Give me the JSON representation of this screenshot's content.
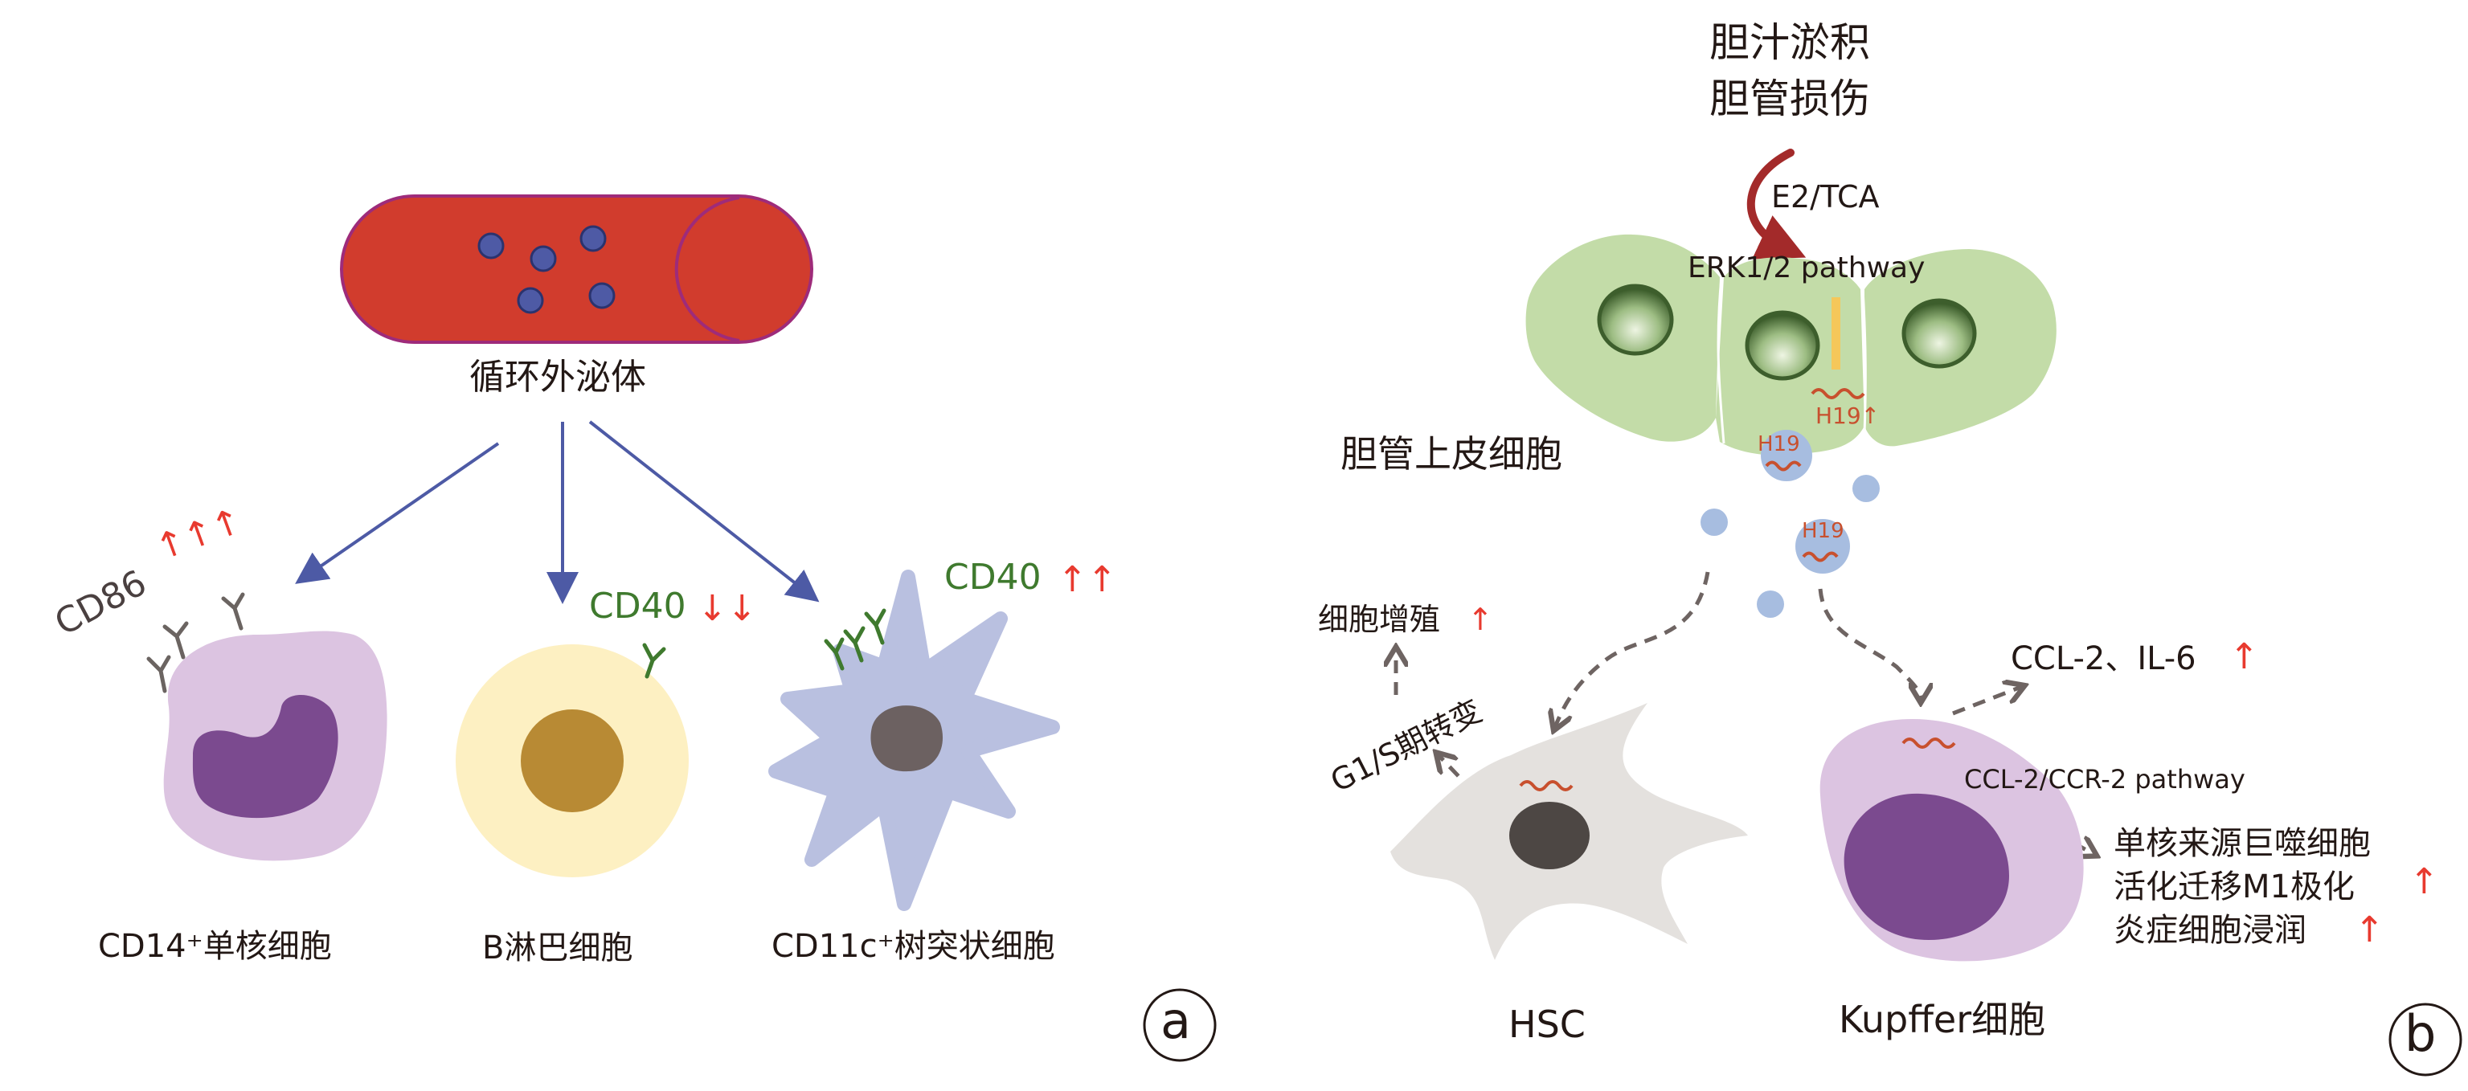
{
  "panel_a": {
    "vesicle_label": "循环外泌体",
    "cells": [
      {
        "name": "CD14⁺单核细胞",
        "marker": "CD86",
        "trend": "↑↑↑"
      },
      {
        "name": "B淋巴细胞",
        "marker": "CD40",
        "trend": "↓↓"
      },
      {
        "name": "CD11c⁺树突状细胞",
        "marker": "CD40",
        "trend": "↑↑"
      }
    ],
    "panel_label": "a"
  },
  "panel_b": {
    "trigger_line1": "胆汁淤积",
    "trigger_line2": "胆管损伤",
    "inducer": "E2/TCA",
    "pathway": "ERK1/2 pathway",
    "epithelium_label": "胆管上皮细胞",
    "h19_up": "H19↑",
    "h19": "H19",
    "hsc": {
      "name": "HSC",
      "effect1": "细胞增殖",
      "effect1_trend": "↑",
      "effect2": "G1/S期转变"
    },
    "kupffer": {
      "name": "Kupffer细胞",
      "effect1": "CCL-2、IL-6",
      "effect1_trend": "↑",
      "pathway": "CCL-2/CCR-2 pathway",
      "effect2_lines": [
        "单核来源巨噬细胞",
        "活化迁移M1极化",
        "炎症细胞浸润"
      ],
      "effect2_trends": [
        "↑",
        "↑"
      ]
    },
    "panel_label": "b"
  },
  "colors": {
    "vesicle": "#d13c2d",
    "vesicle_dot": "#4e5aa5",
    "arrow_blue": "#4d5aa5",
    "marker_green": "#3f7a2e",
    "up_red": "#e83a2f",
    "epithelium": "#c3dca8",
    "h19_text": "#c8502e",
    "exosome_blue": "#a7bde0",
    "monocyte_cyto": "#dcc4e1",
    "monocyte_nucleus": "#7b4a8f",
    "bcell_cyto": "#fdf0c2",
    "bcell_nucleus": "#b88a34",
    "dc_cyto": "#b9c0e0",
    "dc_nucleus": "#6c6161",
    "hsc_cyto": "#e4e1de",
    "hsc_nucleus": "#4d4744",
    "kupffer_cyto": "#dcc4e1",
    "kupffer_nucleus": "#7b4a8f",
    "dashed_arrow": "#6e6462",
    "inducer_arrow": "#a32a2a"
  }
}
